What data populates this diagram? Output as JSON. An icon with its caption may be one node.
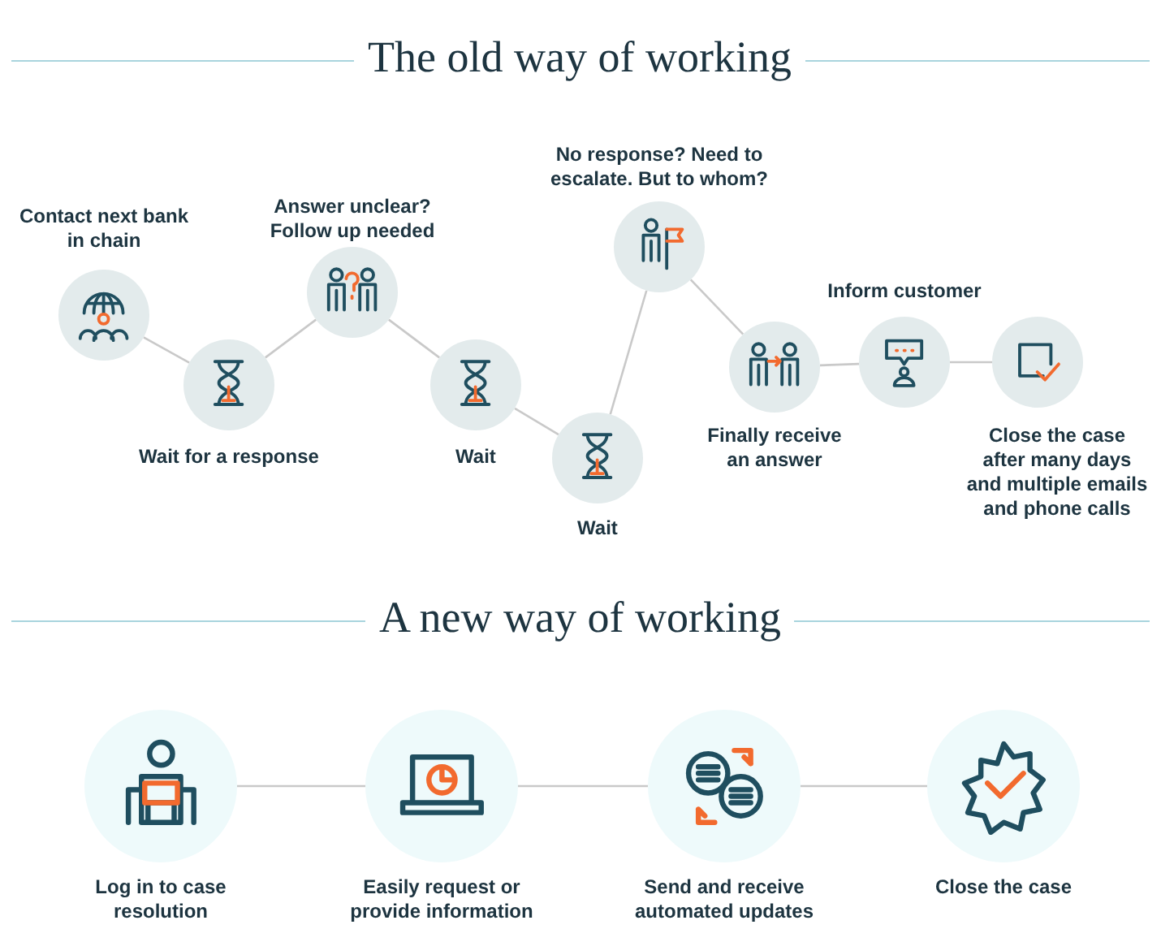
{
  "diagram": {
    "nodes": [
      {
        "text": [
          "Contact next bank in chain"
        ]
      },
      {
        "text": [
          "Wait for a response"
        ]
      },
      {
        "text": [
          "Answer unclear? Follow up needed"
        ]
      },
      {
        "text": [
          "Wait"
        ]
      },
      {
        "text": [
          "Wait"
        ]
      },
      {
        "text": [
          "No response? Need to escalate. But to whom?"
        ]
      },
      {
        "text": [
          "Finally receive an answer"
        ]
      },
      {
        "text": [
          "Inform customer"
        ]
      },
      {
        "text": [
          "Close the case after many days and multiple emails and phone calls"
        ]
      },
      {
        "text": [
          "Log in to case resolution"
        ]
      },
      {
        "text": [
          "Easily request or provide information"
        ]
      },
      {
        "text": [
          "Send and receive automated updates"
        ]
      },
      {
        "text": [
          "Close the case"
        ]
      }
    ],
    "edges": [
      {
        "from": 0,
        "to": 1,
        "arrow": "none"
      },
      {
        "from": 1,
        "to": 2,
        "arrow": "none"
      },
      {
        "from": 2,
        "to": 3,
        "arrow": "none"
      },
      {
        "from": 3,
        "to": 4,
        "arrow": "none"
      },
      {
        "from": 4,
        "to": 5,
        "arrow": "none"
      },
      {
        "from": 5,
        "to": 6,
        "arrow": "none"
      },
      {
        "from": 6,
        "to": 7,
        "arrow": "none"
      },
      {
        "from": 7,
        "to": 8,
        "arrow": "none"
      },
      {
        "from": 9,
        "to": 10,
        "arrow": "none"
      },
      {
        "from": 10,
        "to": 11,
        "arrow": "none"
      },
      {
        "from": 11,
        "to": 12,
        "arrow": "none"
      }
    ],
    "labels": [
      "The old way of working",
      "A new way of working"
    ]
  }
}
